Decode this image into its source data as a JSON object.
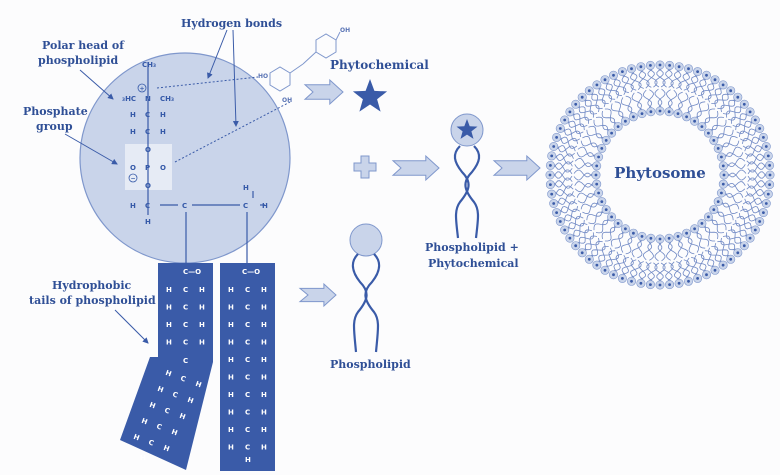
{
  "title": "Phytosome formation from phospholipid and phytochemical",
  "colors": {
    "primary": "#3a5ba8",
    "light_fill": "#c9d4ea",
    "light_stroke": "#7f97cc",
    "text": "#2f4f96",
    "phosphate_box": "#e6ebf5"
  },
  "labels": {
    "polar_head_line1": "Polar head of",
    "polar_head_line2": "phospholipid",
    "phosphate_line1": "Phosphate",
    "phosphate_line2": "group",
    "hydrogen_bonds": "Hydrogen bonds",
    "hydrophobic_line1": "Hydrophobic",
    "hydrophobic_line2": "tails of phospholipid",
    "phytochemical": "Phytochemical",
    "phospholipid": "Phospholipid",
    "complex_line1": "Phospholipid +",
    "complex_line2": "Phytochemical",
    "phytosome": "Phytosome"
  },
  "head_chemistry": {
    "ch3_top": "CH₃",
    "h3c": "₃HC",
    "n": "N",
    "ch3_right": "CH₃",
    "plus": "+",
    "minus": "−",
    "h": "H",
    "c": "C",
    "o": "O",
    "p": "P"
  },
  "tail_chemistry": {
    "carbonyl": "C—O",
    "unit_left": "H",
    "unit_c": "C",
    "unit_right": "H",
    "end_h": "H"
  },
  "phytochemical_groups": {
    "oh_top": "OH",
    "ho_left": "HO",
    "oh_bottom": "OH"
  },
  "icons": [
    "star-icon",
    "plus-icon",
    "arrow-right-icon"
  ]
}
